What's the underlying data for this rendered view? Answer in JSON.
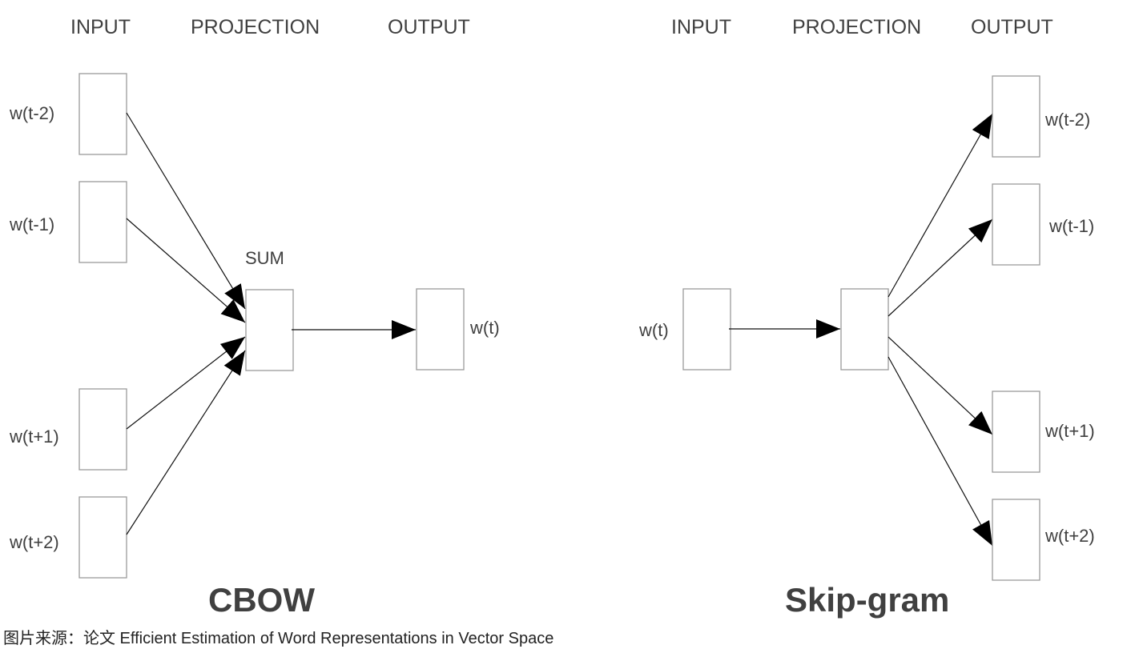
{
  "cbow": {
    "headers": {
      "input": "INPUT",
      "projection": "PROJECTION",
      "output": "OUTPUT"
    },
    "inputs": [
      "w(t-2)",
      "w(t-1)",
      "w(t+1)",
      "w(t+2)"
    ],
    "projection_label": "SUM",
    "output": "w(t)",
    "title": "CBOW"
  },
  "skipgram": {
    "headers": {
      "input": "INPUT",
      "projection": "PROJECTION",
      "output": "OUTPUT"
    },
    "input": "w(t)",
    "outputs": [
      "w(t-2)",
      "w(t-1)",
      "w(t+1)",
      "w(t+2)"
    ],
    "title": "Skip-gram"
  },
  "caption": "图片来源：论文 Efficient Estimation of Word Representations in Vector Space"
}
